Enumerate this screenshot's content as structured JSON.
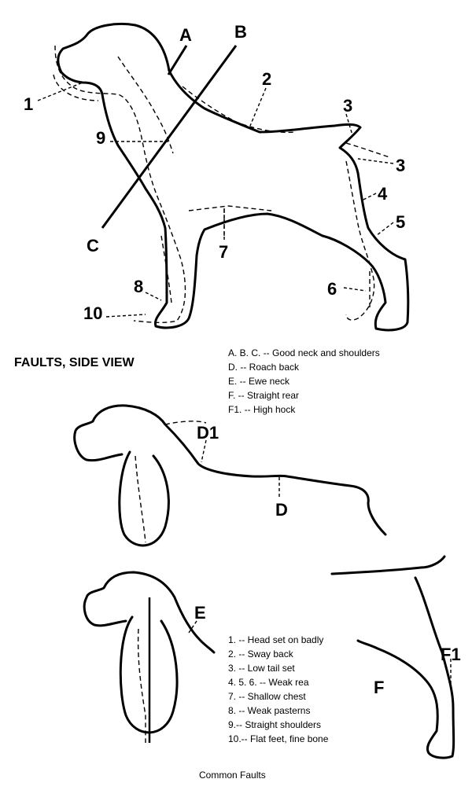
{
  "diagram": {
    "side_view_title": "FAULTS, SIDE VIEW",
    "callouts": {
      "A": "A",
      "B": "B",
      "C": "C",
      "n1": "1",
      "n2": "2",
      "n3a": "3",
      "n3b": "3",
      "n4": "4",
      "n5": "5",
      "n6": "6",
      "n7": "7",
      "n8": "8",
      "n9": "9",
      "n10": "10",
      "D1": "D1",
      "D": "D",
      "E": "E",
      "F1": "F1",
      "F": "F"
    },
    "legend_top": [
      "A. B. C. -- Good neck and shoulders",
      "D. -- Roach back",
      "E. -- Ewe neck",
      "F. -- Straight rear",
      "F1. -- High hock"
    ],
    "legend_bottom": [
      "1. -- Head set on badly",
      "2. -- Sway back",
      "3. -- Low tail set",
      "4. 5. 6. -- Weak rea",
      "7. -- Shallow chest",
      "8. -- Weak pasterns",
      "9.-- Straight shoulders",
      "10.-- Flat feet, fine bone"
    ],
    "caption": "Common Faults"
  }
}
